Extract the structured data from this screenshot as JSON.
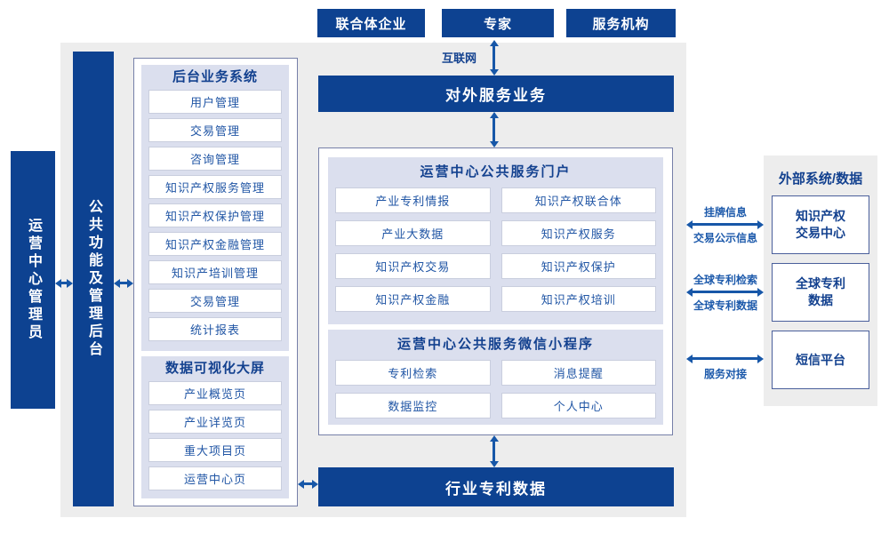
{
  "colors": {
    "primary_dark_blue": "#0d4291",
    "arrow_blue": "#1757a8",
    "header_text_blue": "#13418f",
    "item_text_blue": "#2156a5",
    "panel_lavender": "#dbdfee",
    "item_border": "#c9cede",
    "box_border": "#767fa8",
    "ext_box_border": "#4a5f9b",
    "background_gray": "#ededed"
  },
  "top_actors": [
    "联合体企业",
    "专家",
    "服务机构"
  ],
  "internet_label": "互联网",
  "external_service_bar": "对外服务业务",
  "admin_bar": "运营中心管理员",
  "backend_bar": "公共功能及管理后台",
  "backend_system": {
    "title": "后台业务系统",
    "items": [
      "用户管理",
      "交易管理",
      "咨询管理",
      "知识产权服务管理",
      "知识产权保护管理",
      "知识产权金融管理",
      "知识产培训管理",
      "交易管理",
      "统计报表"
    ]
  },
  "dashboard": {
    "title": "数据可视化大屏",
    "items": [
      "产业概览页",
      "产业详览页",
      "重大项目页",
      "运营中心页"
    ]
  },
  "portal": {
    "title": "运营中心公共服务门户",
    "items": [
      "产业专利情报",
      "知识产权联合体",
      "产业大数据",
      "知识产权服务",
      "知识产权交易",
      "知识产权保护",
      "知识产权金融",
      "知识产权培训"
    ]
  },
  "miniprogram": {
    "title": "运营中心公共服务微信小程序",
    "items": [
      "专利检索",
      "消息提醒",
      "数据监控",
      "个人中心"
    ]
  },
  "industry_patent_bar": "行业专利数据",
  "external_panel": {
    "title": "外部系统/数据",
    "systems": [
      "知识产权交易中心",
      "全球专利数据",
      "短信平台"
    ]
  },
  "link_labels": {
    "listing_info": "挂牌信息",
    "trade_publicity": "交易公示信息",
    "global_search": "全球专利检索",
    "global_data": "全球专利数据",
    "service_connect": "服务对接"
  }
}
